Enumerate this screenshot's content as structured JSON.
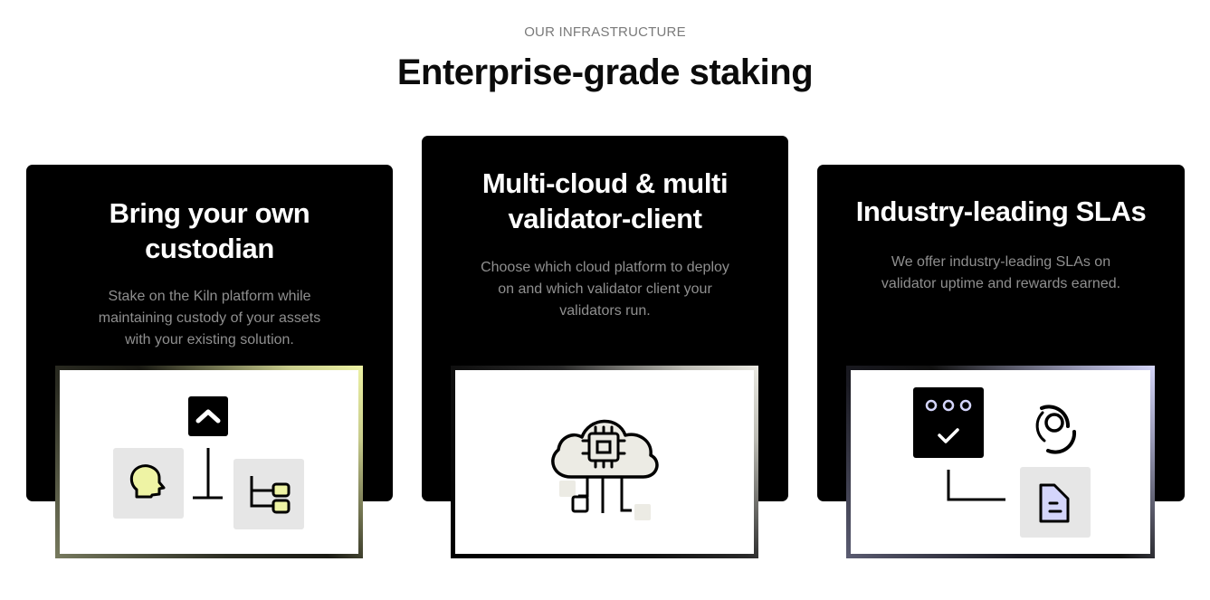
{
  "section": {
    "eyebrow": "OUR INFRASTRUCTURE",
    "heading": "Enterprise-grade staking"
  },
  "cards": [
    {
      "title_line1": "Bring your own",
      "title_line2": "custodian",
      "desc_line1": "Stake on the Kiln platform while",
      "desc_line2": "maintaining custody of your assets",
      "desc_line3": "with your existing solution.",
      "illustration": [
        "chevron-up-icon",
        "head-profile-icon",
        "tree-structure-icon",
        "connector-line"
      ],
      "accent": "#f0f5b0"
    },
    {
      "title_line1": "Multi-cloud & multi",
      "title_line2": "validator-client",
      "desc_line1": "Choose which cloud platform to deploy",
      "desc_line2": "on and which validator client your",
      "desc_line3": "validators run.",
      "illustration": [
        "cloud-icon",
        "chip-icon",
        "circuit-lines"
      ],
      "accent": "#ecebe4"
    },
    {
      "title_line1": "Industry-leading SLAs",
      "desc_line1": "We offer industry-leading SLAs on",
      "desc_line2": "validator uptime and rewards earned.",
      "illustration": [
        "server-check-icon",
        "sync-icon",
        "document-icon",
        "connector-line"
      ],
      "accent": "#d5d6fa"
    }
  ],
  "colors": {
    "card_bg": "#000000",
    "card_desc": "#8f8f8f",
    "icon_tile": "#e6e6e6",
    "lime": "#eef3a4",
    "lavender": "#d4d5fb"
  }
}
